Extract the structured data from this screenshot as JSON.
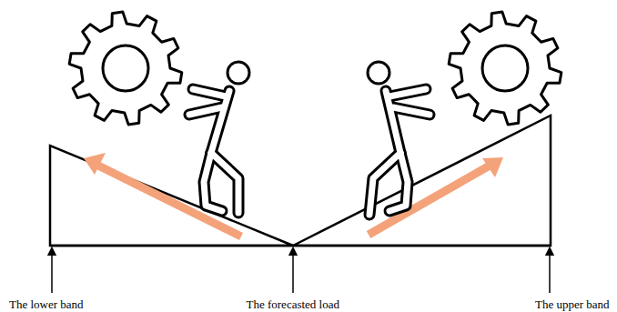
{
  "diagram": {
    "labels": [
      "The lower band",
      "The forecasted load",
      "The upper band"
    ]
  }
}
